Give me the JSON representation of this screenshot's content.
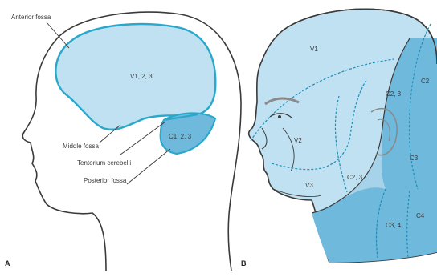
{
  "panel_a": {
    "letter": "A",
    "labels": {
      "anterior_fossa": "Anterior fossa",
      "middle_fossa": "Middle fossa",
      "tentorium": "Tentorium cerebelli",
      "posterior_fossa": "Posterior fossa",
      "supratentorial": "V1, 2, 3",
      "infratentorial": "C1, 2, 3"
    }
  },
  "panel_b": {
    "letter": "B",
    "labels": {
      "v1": "V1",
      "v2": "V2",
      "v3": "V3",
      "c2_top": "C2",
      "c23_upper": "C2, 3",
      "c23_lower": "C2, 3",
      "c3": "C3",
      "c34": "C3, 4",
      "c4": "C4"
    }
  },
  "colors": {
    "line": "#3a3a3a",
    "outline_blue": "#2aa8cc",
    "region_light": "#bfe1f1",
    "region_mid": "#a7d3ea",
    "region_dark": "#6fb9dc",
    "dash": "#1d8fb8",
    "ear_brow": "#8a8a8a"
  }
}
